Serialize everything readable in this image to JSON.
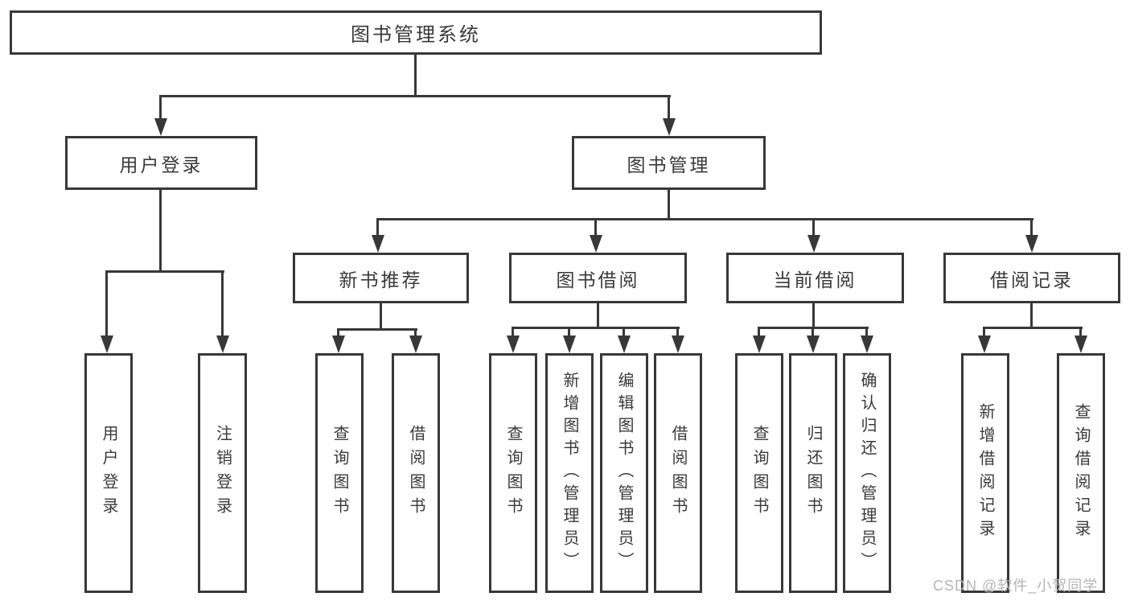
{
  "diagram": {
    "watermark": "CSDN @软件_小贺同学",
    "colors": {
      "line": "#383838",
      "box_border": "#383838",
      "text": "#3a3a3a",
      "watermark": "#b5b5b5",
      "background": "#ffffff"
    },
    "tree": {
      "label": "图书管理系统",
      "children": [
        {
          "label": "用户登录",
          "children": [
            {
              "label": "用户登录"
            },
            {
              "label": "注销登录"
            }
          ]
        },
        {
          "label": "图书管理",
          "children": [
            {
              "label": "新书推荐",
              "children": [
                {
                  "label": "查询图书"
                },
                {
                  "label": "借阅图书"
                }
              ]
            },
            {
              "label": "图书借阅",
              "children": [
                {
                  "label": "查询图书"
                },
                {
                  "label": "新增图书（管理员）"
                },
                {
                  "label": "编辑图书（管理员）"
                },
                {
                  "label": "借阅图书"
                }
              ]
            },
            {
              "label": "当前借阅",
              "children": [
                {
                  "label": "查询图书"
                },
                {
                  "label": "归还图书"
                },
                {
                  "label": "确认归还（管理员）"
                }
              ]
            },
            {
              "label": "借阅记录",
              "children": [
                {
                  "label": "新增借阅记录"
                },
                {
                  "label": "查询借阅记录"
                }
              ]
            }
          ]
        }
      ]
    }
  }
}
